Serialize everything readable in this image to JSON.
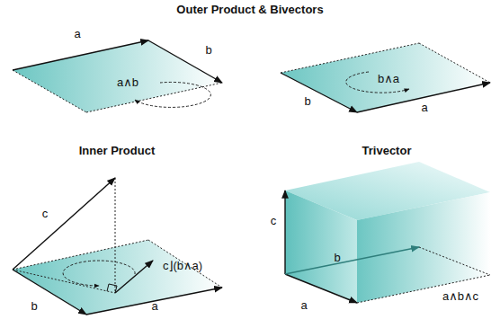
{
  "diagram": {
    "title": "Outer Product & Bivectors",
    "labels": [
      "a",
      "b",
      "a∧b",
      "b∧a",
      "b",
      "a",
      "Inner Product",
      "Trivector",
      "c",
      "c⌋(b∧a)",
      "b",
      "a",
      "c",
      "b",
      "a",
      "a∧b∧c"
    ]
  }
}
